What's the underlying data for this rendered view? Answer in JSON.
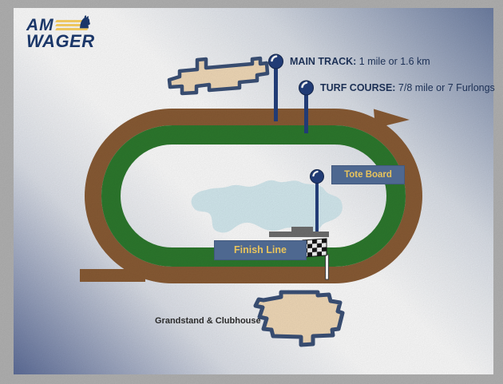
{
  "logo": {
    "line1": "AM",
    "line2": "WAGER",
    "horse_icon_glyph": "♞"
  },
  "callouts": {
    "main_track": {
      "label": "MAIN TRACK:",
      "value": " 1 mile or 1.6 km"
    },
    "turf_course": {
      "label": "TURF COURSE:",
      "value": " 7/8 mile or 7 Furlongs"
    }
  },
  "badges": {
    "tote_board": "Tote Board",
    "finish_line": "Finish Line"
  },
  "captions": {
    "grandstand": "Grandstand & Clubhouse"
  },
  "colors": {
    "frame": "#b4b4b4",
    "panel_blue": "#6e7fa3",
    "panel_blue2": "#5e6e9a",
    "dirt_track": "#8a5c35",
    "turf_track": "#2d7a2e",
    "pond": "#d6ecf2",
    "building_fill": "#f4dcba",
    "building_outline": "#3c5278",
    "badge_bg": "#4e6890",
    "badge_text": "#e9c45c",
    "pin": "#24407e",
    "text_navy": "#1c3055",
    "logo_navy": "#1b3769",
    "logo_gold": "#edc65f",
    "tote_structure_gray": "#6f6f6f"
  }
}
